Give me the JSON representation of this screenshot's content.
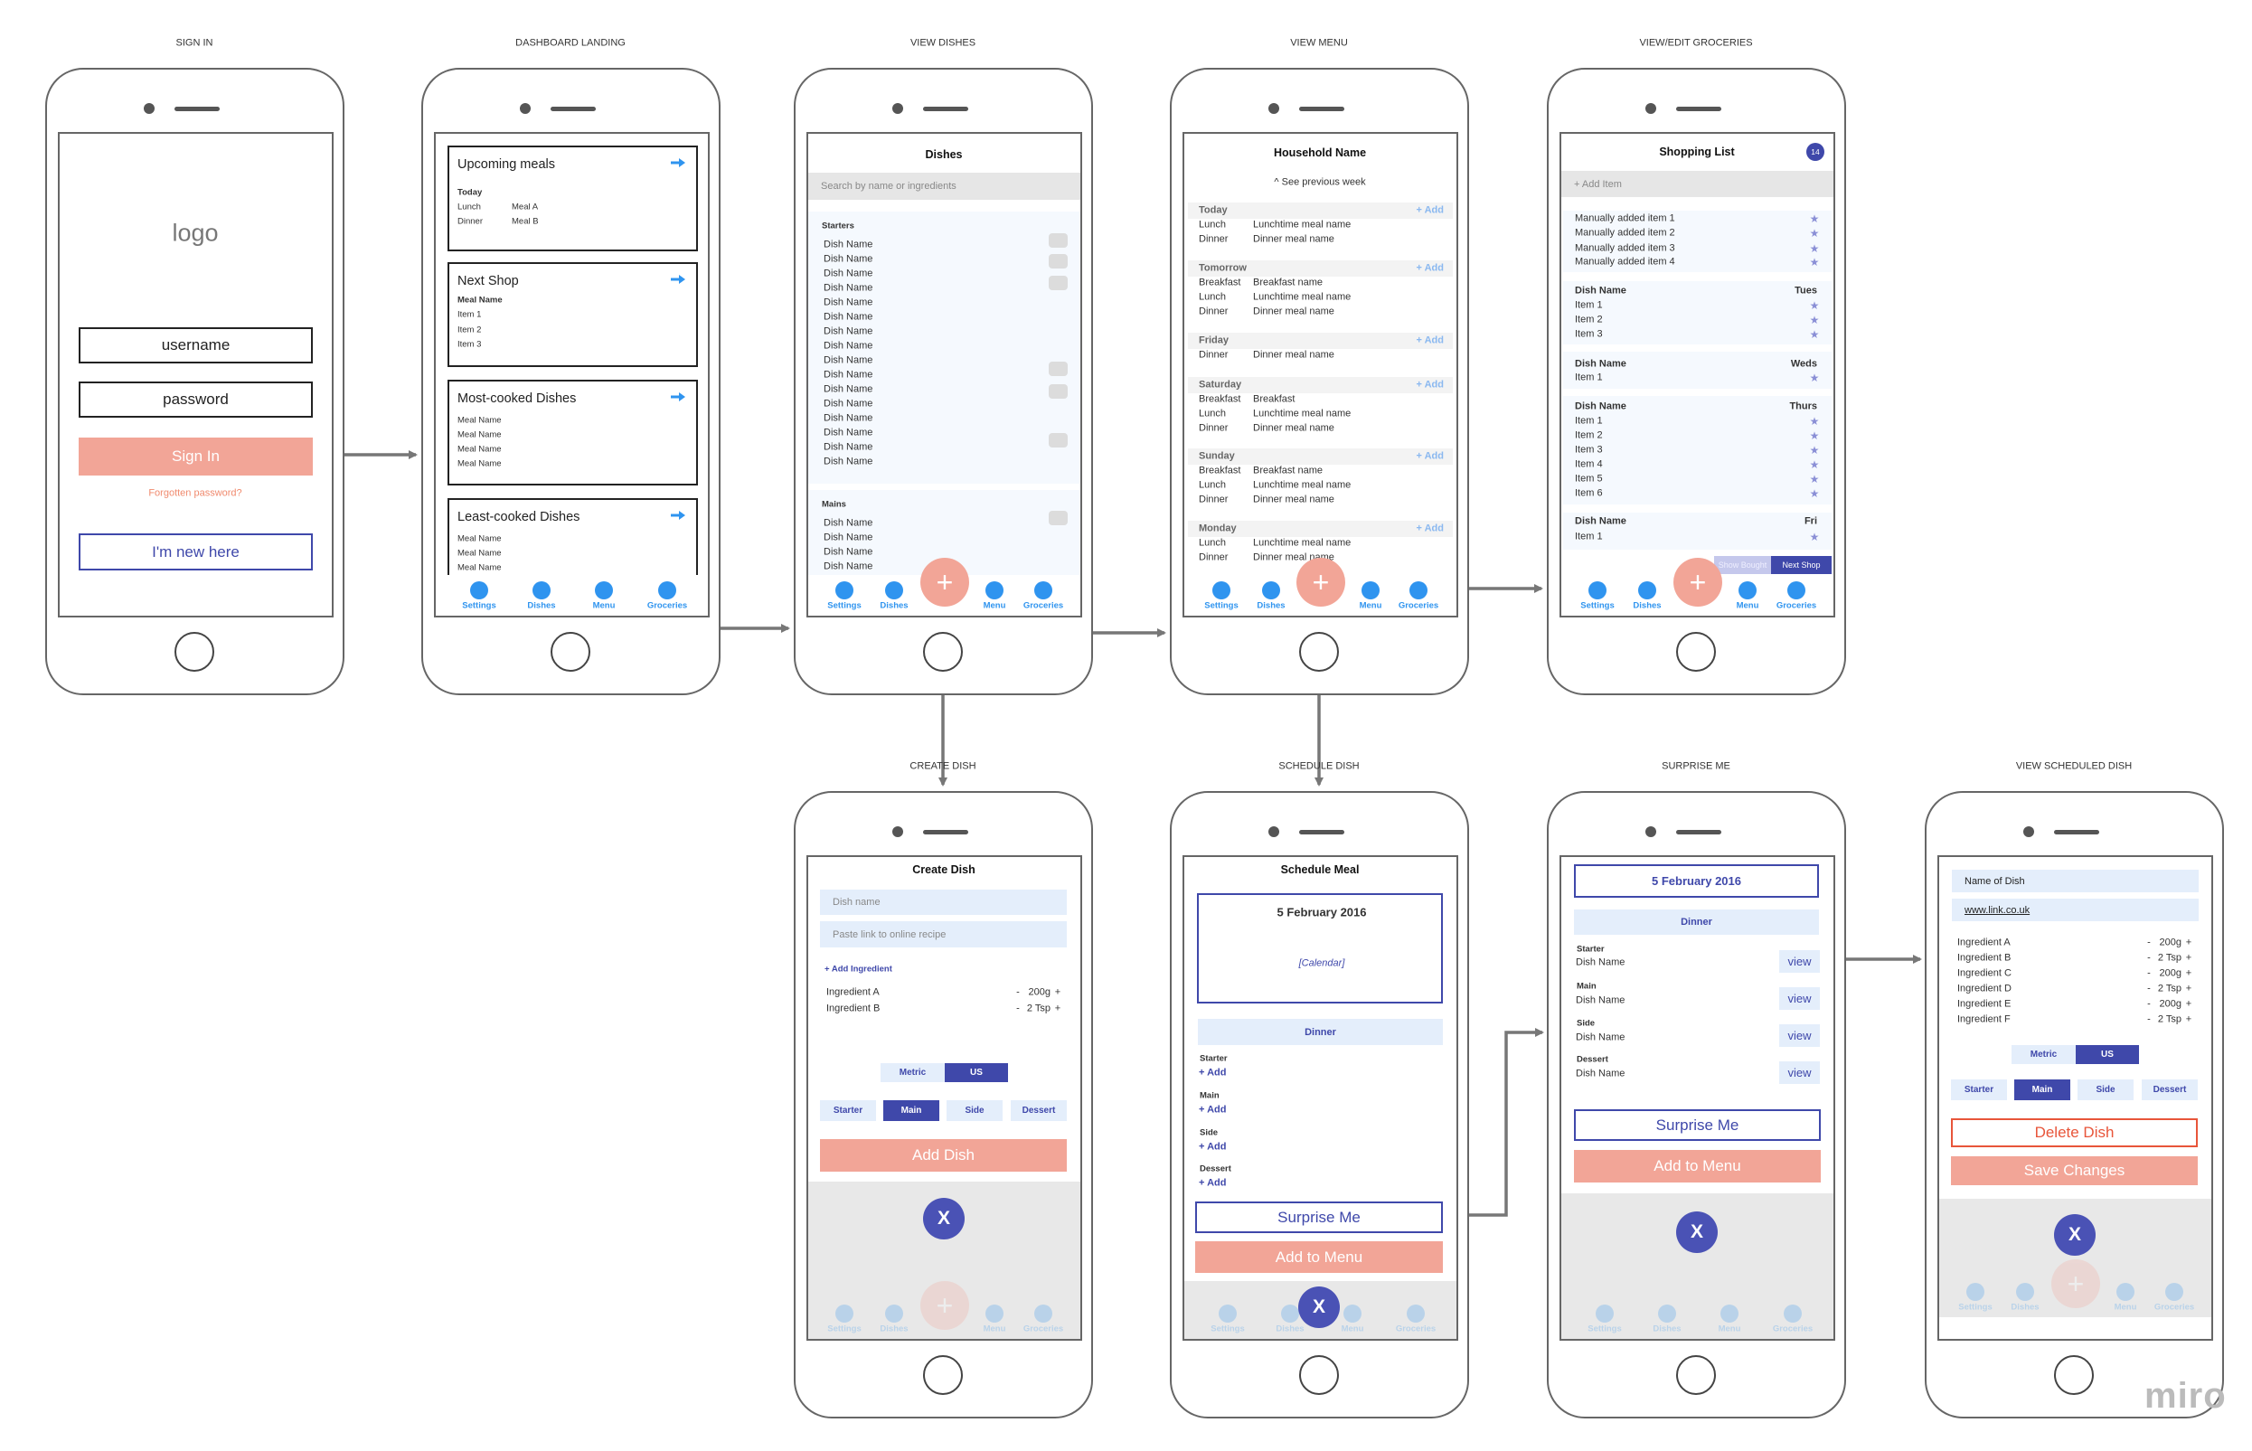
{
  "nav": {
    "items": [
      "Settings",
      "Dishes",
      "Menu",
      "Groceries"
    ],
    "fab": "+",
    "close": "X"
  },
  "colors": {
    "accent_salmon": "#f2a597",
    "indigo": "#3f48aa",
    "nav_blue": "#2f94ef",
    "field_blue": "#e4eefb",
    "danger": "#e8553a"
  },
  "icons": {
    "card_arrow": "arrow-right-icon",
    "grocery_item": "star-icon",
    "fab": "plus-icon",
    "close": "close-icon"
  },
  "watermark": "miro",
  "screens": {
    "sign_in": {
      "label": "SIGN IN",
      "logo": "logo",
      "username": "username",
      "password": "password",
      "sign_in": "Sign In",
      "forgot": "Forgotten password?",
      "new_here": "I'm new here"
    },
    "dashboard": {
      "label": "DASHBOARD LANDING",
      "cards": [
        {
          "title": "Upcoming meals",
          "subtitle": "Today",
          "rows": [
            [
              "Lunch",
              "Meal A"
            ],
            [
              "Dinner",
              "Meal B"
            ]
          ]
        },
        {
          "title": "Next Shop",
          "subtitle": "Meal Name",
          "items": [
            "Item 1",
            "Item 2",
            "Item 3"
          ]
        },
        {
          "title": "Most-cooked Dishes",
          "items": [
            "Meal Name",
            "Meal Name",
            "Meal Name",
            "Meal Name"
          ]
        },
        {
          "title": "Least-cooked Dishes",
          "items": [
            "Meal Name",
            "Meal Name",
            "Meal Name"
          ]
        }
      ]
    },
    "view_dishes": {
      "label": "VIEW DISHES",
      "title": "Dishes",
      "search_placeholder": "Search by name or ingredients",
      "sections": [
        {
          "name": "Starters",
          "items": [
            "Dish Name",
            "Dish Name",
            "Dish Name",
            "Dish Name",
            "Dish Name",
            "Dish Name",
            "Dish Name",
            "Dish Name",
            "Dish Name",
            "Dish Name",
            "Dish Name",
            "Dish Name",
            "Dish Name",
            "Dish Name",
            "Dish Name",
            "Dish Name"
          ]
        },
        {
          "name": "Mains",
          "items": [
            "Dish Name",
            "Dish Name",
            "Dish Name",
            "Dish Name"
          ]
        }
      ]
    },
    "view_menu": {
      "label": "VIEW MENU",
      "title": "Household Name",
      "previous_week": "^ See previous week",
      "add_label": "+ Add",
      "days": [
        {
          "day": "Today",
          "meals": [
            [
              "Lunch",
              "Lunchtime meal name"
            ],
            [
              "Dinner",
              "Dinner meal name"
            ]
          ]
        },
        {
          "day": "Tomorrow",
          "meals": [
            [
              "Breakfast",
              "Breakfast name"
            ],
            [
              "Lunch",
              "Lunchtime meal name"
            ],
            [
              "Dinner",
              "Dinner meal name"
            ]
          ]
        },
        {
          "day": "Friday",
          "meals": [
            [
              "Dinner",
              "Dinner meal name"
            ]
          ]
        },
        {
          "day": "Saturday",
          "meals": [
            [
              "Breakfast",
              "Breakfast"
            ],
            [
              "Lunch",
              "Lunchtime meal name"
            ],
            [
              "Dinner",
              "Dinner meal name"
            ]
          ]
        },
        {
          "day": "Sunday",
          "meals": [
            [
              "Breakfast",
              "Breakfast name"
            ],
            [
              "Lunch",
              "Lunchtime meal name"
            ],
            [
              "Dinner",
              "Dinner meal name"
            ]
          ]
        },
        {
          "day": "Monday",
          "meals": [
            [
              "Lunch",
              "Lunchtime meal name"
            ],
            [
              "Dinner",
              "Dinner meal name"
            ]
          ]
        }
      ]
    },
    "groceries": {
      "label": "VIEW/EDIT GROCERIES",
      "title": "Shopping List",
      "badge": "14",
      "add_item": "+ Add Item",
      "manual_items": [
        "Manually added item 1",
        "Manually added item 2",
        "Manually added item 3",
        "Manually added item 4"
      ],
      "groups": [
        {
          "dish": "Dish Name",
          "day": "Tues",
          "items": [
            "Item 1",
            "Item 2",
            "Item 3"
          ]
        },
        {
          "dish": "Dish Name",
          "day": "Weds",
          "items": [
            "Item 1"
          ]
        },
        {
          "dish": "Dish Name",
          "day": "Thurs",
          "items": [
            "Item 1",
            "Item 2",
            "Item 3",
            "Item 4",
            "Item 5",
            "Item 6"
          ]
        },
        {
          "dish": "Dish Name",
          "day": "Fri",
          "items": [
            "Item 1"
          ]
        }
      ],
      "show_bought": "Show Bought",
      "next_shop": "Next Shop"
    },
    "create_dish": {
      "label": "CREATE   DISH",
      "title": "Create Dish",
      "dish_name_placeholder": "Dish name",
      "link_placeholder": "Paste link to online recipe",
      "add_ingredient": "+ Add Ingredient",
      "ingredients": [
        {
          "name": "Ingredient A",
          "qty": "200g"
        },
        {
          "name": "Ingredient B",
          "qty": "2 Tsp"
        }
      ],
      "minus": "-",
      "plus": "+",
      "units": [
        "Metric",
        "US"
      ],
      "selected_unit": "US",
      "categories": [
        "Starter",
        "Main",
        "Side",
        "Dessert"
      ],
      "selected_category": "Main",
      "submit": "Add Dish"
    },
    "schedule_dish": {
      "label": "SCHEDULE    DISH",
      "title": "Schedule Meal",
      "date": "5 February 2016",
      "calendar": "[Calendar]",
      "meal": "Dinner",
      "courses": [
        "Starter",
        "Main",
        "Side",
        "Dessert"
      ],
      "add_label": "+ Add",
      "surprise": "Surprise Me",
      "add_to_menu": "Add to Menu"
    },
    "surprise_me": {
      "label": "SURPRISE ME",
      "date": "5 February 2016",
      "meal": "Dinner",
      "courses": [
        {
          "course": "Starter",
          "dish": "Dish Name"
        },
        {
          "course": "Main",
          "dish": "Dish Name"
        },
        {
          "course": "Side",
          "dish": "Dish Name"
        },
        {
          "course": "Dessert",
          "dish": "Dish Name"
        }
      ],
      "view_label": "view",
      "surprise": "Surprise Me",
      "add_to_menu": "Add to Menu"
    },
    "view_scheduled": {
      "label": "VIEW SCHEDULED DISH",
      "dish_name": "Name of Dish",
      "link": "www.link.co.uk",
      "ingredients": [
        {
          "name": "Ingredient A",
          "qty": "200g"
        },
        {
          "name": "Ingredient B",
          "qty": "2 Tsp"
        },
        {
          "name": "Ingredient C",
          "qty": "200g"
        },
        {
          "name": "Ingredient D",
          "qty": "2 Tsp"
        },
        {
          "name": "Ingredient E",
          "qty": "200g"
        },
        {
          "name": "Ingredient F",
          "qty": "2 Tsp"
        }
      ],
      "minus": "-",
      "plus": "+",
      "units": [
        "Metric",
        "US"
      ],
      "selected_unit": "US",
      "categories": [
        "Starter",
        "Main",
        "Side",
        "Dessert"
      ],
      "selected_category": "Main",
      "delete": "Delete Dish",
      "save": "Save Changes"
    }
  }
}
